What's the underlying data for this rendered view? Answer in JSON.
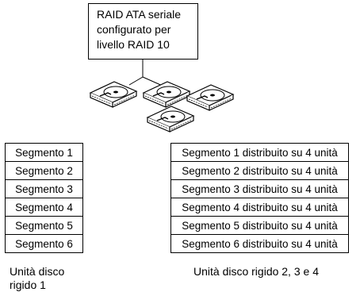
{
  "raid_box": {
    "lines": [
      "RAID ATA seriale",
      "configurato per",
      "livello RAID 10"
    ]
  },
  "left_table": {
    "rows": [
      "Segmento 1",
      "Segmento 2",
      "Segmento 3",
      "Segmento 4",
      "Segmento 5",
      "Segmento 6"
    ]
  },
  "right_table": {
    "rows": [
      "Segmento 1 distribuito su 4 unità",
      "Segmento 2 distribuito su 4 unità",
      "Segmento 3 distribuito su 4 unità",
      "Segmento 4 distribuito su 4 unità",
      "Segmento 5 distribuito su 4 unità",
      "Segmento 6 distribuito su 4 unità"
    ]
  },
  "captions": {
    "left_line1": "Unità disco",
    "left_line2": "rigido 1",
    "right": "Unità disco rigido 2, 3 e 4"
  },
  "colors": {
    "line": "#000000",
    "fill": "#ffffff"
  }
}
